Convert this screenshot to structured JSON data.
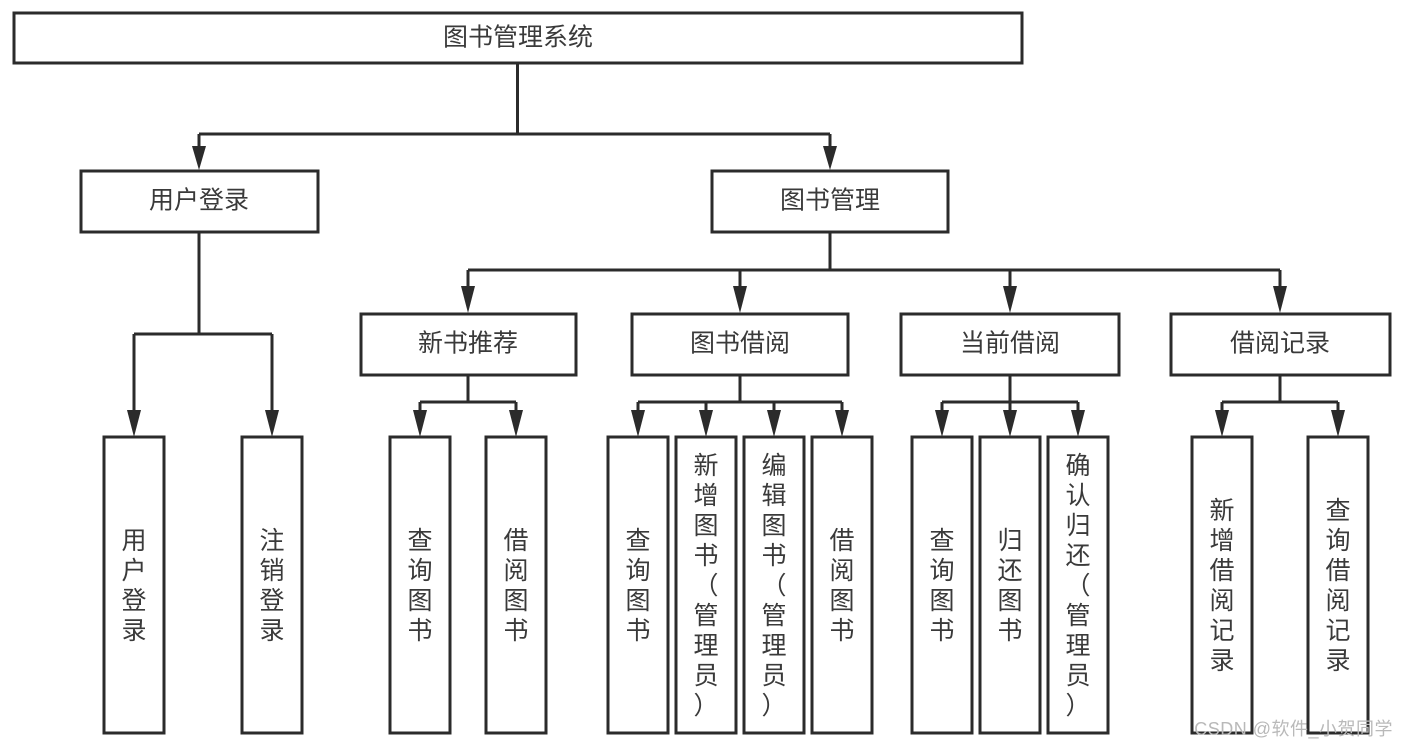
{
  "diagram": {
    "type": "tree-hierarchy",
    "title": "图书管理系统",
    "watermark": "CSDN @软件_小贺同学",
    "colors": {
      "background": "#ffffff",
      "box_fill": "#ffffff",
      "box_stroke": "#2b2b2b",
      "text": "#3a3a3a",
      "watermark": "#b9b9b9"
    },
    "levels": {
      "level0": [
        {
          "id": "root",
          "label": "图书管理系统",
          "orientation": "horizontal"
        }
      ],
      "level1": [
        {
          "id": "user-login",
          "label": "用户登录",
          "orientation": "horizontal"
        },
        {
          "id": "book-manage",
          "label": "图书管理",
          "orientation": "horizontal"
        }
      ],
      "level2": [
        {
          "id": "new-book-recommend",
          "label": "新书推荐",
          "orientation": "horizontal"
        },
        {
          "id": "book-borrow",
          "label": "图书借阅",
          "orientation": "horizontal"
        },
        {
          "id": "current-borrow",
          "label": "当前借阅",
          "orientation": "horizontal"
        },
        {
          "id": "borrow-record",
          "label": "借阅记录",
          "orientation": "horizontal"
        }
      ],
      "level3": [
        {
          "id": "leaf-user-login",
          "label": "用户登录",
          "orientation": "vertical",
          "parent": "user-login"
        },
        {
          "id": "leaf-logout-login",
          "label": "注销登录",
          "orientation": "vertical",
          "parent": "user-login"
        },
        {
          "id": "leaf-query-book-1",
          "label": "查询图书",
          "orientation": "vertical",
          "parent": "new-book-recommend"
        },
        {
          "id": "leaf-borrow-book-1",
          "label": "借阅图书",
          "orientation": "vertical",
          "parent": "new-book-recommend"
        },
        {
          "id": "leaf-query-book-2",
          "label": "查询图书",
          "orientation": "vertical",
          "parent": "book-borrow"
        },
        {
          "id": "leaf-add-book",
          "label": "新增图书（管理员）",
          "orientation": "vertical",
          "parent": "book-borrow"
        },
        {
          "id": "leaf-edit-book",
          "label": "编辑图书（管理员）",
          "orientation": "vertical",
          "parent": "book-borrow"
        },
        {
          "id": "leaf-borrow-book-2",
          "label": "借阅图书",
          "orientation": "vertical",
          "parent": "book-borrow"
        },
        {
          "id": "leaf-query-book-3",
          "label": "查询图书",
          "orientation": "vertical",
          "parent": "current-borrow"
        },
        {
          "id": "leaf-return-book",
          "label": "归还图书",
          "orientation": "vertical",
          "parent": "current-borrow"
        },
        {
          "id": "leaf-confirm-return",
          "label": "确认归还（管理员）",
          "orientation": "vertical",
          "parent": "current-borrow"
        },
        {
          "id": "leaf-add-record",
          "label": "新增借阅记录",
          "orientation": "vertical",
          "parent": "borrow-record"
        },
        {
          "id": "leaf-query-record",
          "label": "查询借阅记录",
          "orientation": "vertical",
          "parent": "borrow-record"
        }
      ]
    },
    "edges": [
      {
        "from": "root",
        "to": "user-login"
      },
      {
        "from": "root",
        "to": "book-manage"
      },
      {
        "from": "user-login",
        "to": "leaf-user-login"
      },
      {
        "from": "user-login",
        "to": "leaf-logout-login"
      },
      {
        "from": "book-manage",
        "to": "new-book-recommend"
      },
      {
        "from": "book-manage",
        "to": "book-borrow"
      },
      {
        "from": "book-manage",
        "to": "current-borrow"
      },
      {
        "from": "book-manage",
        "to": "borrow-record"
      },
      {
        "from": "new-book-recommend",
        "to": "leaf-query-book-1"
      },
      {
        "from": "new-book-recommend",
        "to": "leaf-borrow-book-1"
      },
      {
        "from": "book-borrow",
        "to": "leaf-query-book-2"
      },
      {
        "from": "book-borrow",
        "to": "leaf-add-book"
      },
      {
        "from": "book-borrow",
        "to": "leaf-edit-book"
      },
      {
        "from": "book-borrow",
        "to": "leaf-borrow-book-2"
      },
      {
        "from": "current-borrow",
        "to": "leaf-query-book-3"
      },
      {
        "from": "current-borrow",
        "to": "leaf-return-book"
      },
      {
        "from": "current-borrow",
        "to": "leaf-confirm-return"
      },
      {
        "from": "borrow-record",
        "to": "leaf-add-record"
      },
      {
        "from": "borrow-record",
        "to": "leaf-query-record"
      }
    ]
  }
}
